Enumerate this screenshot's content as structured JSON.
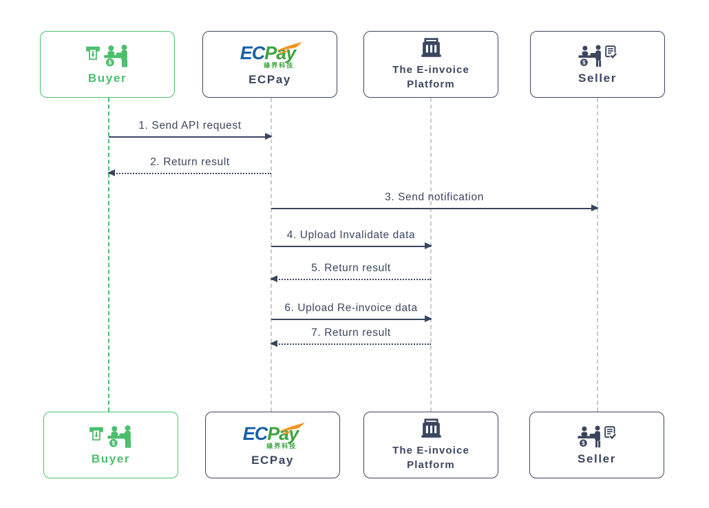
{
  "colors": {
    "green": "#4cbe6c",
    "navy": "#3a455e",
    "lifeline_gray": "#c9cbce",
    "ecpay_blue": "#1760a8",
    "ecpay_green": "#3ba43f",
    "ecpay_orange": "#f2951d",
    "background": "#ffffff"
  },
  "icons": {
    "dollar_glyph": "$"
  },
  "actors": {
    "buyer": {
      "label": "Buyer"
    },
    "ecpay": {
      "label": "ECPay",
      "logo_ec": "EC",
      "logo_pay": "Pay",
      "logo_subtext": "綠界科技"
    },
    "einvoice": {
      "label_line1": "The E-invoice",
      "label_line2": "Platform"
    },
    "seller": {
      "label": "Seller"
    }
  },
  "messages": [
    {
      "label": "1. Send API request",
      "from": "Buyer",
      "to": "ECPay",
      "line": "solid",
      "direction": "right"
    },
    {
      "label": "2. Return result",
      "from": "ECPay",
      "to": "Buyer",
      "line": "dashed",
      "direction": "left"
    },
    {
      "label": "3. Send notification",
      "from": "ECPay",
      "to": "Seller",
      "line": "solid",
      "direction": "right"
    },
    {
      "label": "4. Upload Invalidate data",
      "from": "ECPay",
      "to": "The E-invoice Platform",
      "line": "solid",
      "direction": "right"
    },
    {
      "label": "5. Return result",
      "from": "The E-invoice Platform",
      "to": "ECPay",
      "line": "dashed",
      "direction": "left"
    },
    {
      "label": "6. Upload Re-invoice data",
      "from": "ECPay",
      "to": "The E-invoice Platform",
      "line": "solid",
      "direction": "right"
    },
    {
      "label": "7. Return result",
      "from": "The E-invoice Platform",
      "to": "ECPay",
      "line": "dashed",
      "direction": "left"
    }
  ]
}
